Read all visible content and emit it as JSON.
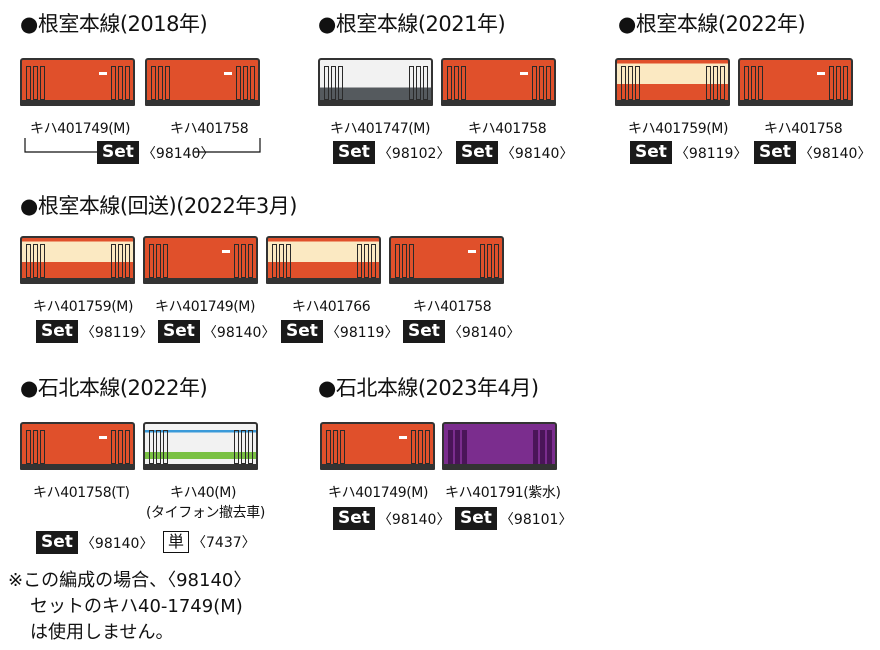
{
  "colors": {
    "kiha_red": "#e0502b",
    "cream": "#fbe9c2",
    "white_body": "#f2f2f2",
    "gray_band": "#555a5e",
    "green_stripe": "#7ac143",
    "blue_stripe": "#3a9ad9",
    "purple": "#7b2d8e",
    "dark_purple": "#4a1558"
  },
  "sections": [
    {
      "heading": "●根室本線(2018年)",
      "cars": [
        {
          "label": "キハ401749(M)",
          "livery": "red"
        },
        {
          "label": "キハ401758",
          "livery": "red"
        }
      ],
      "set_shared": {
        "badge": "Set",
        "code": "〈98140〉"
      }
    },
    {
      "heading": "●根室本線(2021年)",
      "cars": [
        {
          "label": "キハ401747(M)",
          "livery": "white-gray",
          "badge": "Set",
          "code": "〈98102〉"
        },
        {
          "label": "キハ401758",
          "livery": "red",
          "badge": "Set",
          "code": "〈98140〉"
        }
      ]
    },
    {
      "heading": "●根室本線(2022年)",
      "cars": [
        {
          "label": "キハ401759(M)",
          "livery": "cream-red",
          "badge": "Set",
          "code": "〈98119〉"
        },
        {
          "label": "キハ401758",
          "livery": "red",
          "badge": "Set",
          "code": "〈98140〉"
        }
      ]
    },
    {
      "heading": "●根室本線(回送)(2022年3月)",
      "cars": [
        {
          "label": "キハ401759(M)",
          "livery": "cream-red",
          "badge": "Set",
          "code": "〈98119〉"
        },
        {
          "label": "キハ401749(M)",
          "livery": "red",
          "badge": "Set",
          "code": "〈98140〉"
        },
        {
          "label": "キハ401766",
          "livery": "cream-red",
          "badge": "Set",
          "code": "〈98119〉"
        },
        {
          "label": "キハ401758",
          "livery": "red",
          "badge": "Set",
          "code": "〈98140〉"
        }
      ]
    },
    {
      "heading": "●石北本線(2022年)",
      "cars": [
        {
          "label": "キハ401758(T)",
          "livery": "red",
          "badge": "Set",
          "code": "〈98140〉"
        },
        {
          "label": "キハ40(M)",
          "sublabel": "(タイフォン撤去車)",
          "livery": "white-green",
          "badge": "単",
          "code": "〈7437〉"
        }
      ]
    },
    {
      "heading": "●石北本線(2023年4月)",
      "cars": [
        {
          "label": "キハ401749(M)",
          "livery": "red",
          "badge": "Set",
          "code": "〈98140〉"
        },
        {
          "label": "キハ401791(紫水)",
          "livery": "purple",
          "badge": "Set",
          "code": "〈98101〉"
        }
      ]
    }
  ],
  "note": {
    "line1": "※この編成の場合、〈98140〉",
    "line2": "セットのキハ40-1749(M)",
    "line3": "は使用しません。"
  }
}
